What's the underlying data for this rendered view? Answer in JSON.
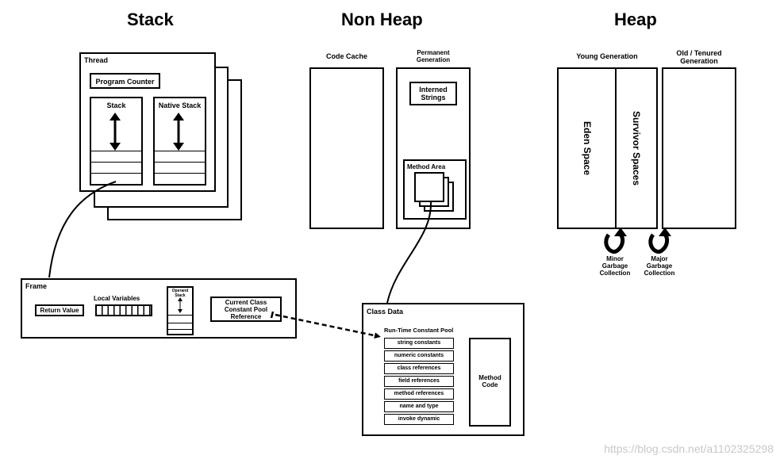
{
  "headings": {
    "stack": "Stack",
    "non_heap": "Non Heap",
    "heap": "Heap"
  },
  "thread": {
    "label": "Thread",
    "program_counter": "Program Counter",
    "stack": "Stack",
    "native_stack": "Native Stack"
  },
  "non_heap": {
    "code_cache": "Code Cache",
    "permanent_generation": "Permanent\nGeneration",
    "interned_strings": "Interned\nStrings",
    "method_area": "Method Area"
  },
  "heap": {
    "young_generation": "Young Generation",
    "old_generation": "Old / Tenured\nGeneration",
    "eden_space": "Eden Space",
    "survivor_spaces": "Survivor Spaces",
    "minor_gc": "Minor\nGarbage\nCollection",
    "major_gc": "Major\nGarbage\nCollection"
  },
  "frame": {
    "label": "Frame",
    "return_value": "Return Value",
    "local_variables": "Local Variables",
    "operand_stack": "Operand\nStack",
    "constant_pool_ref": "Current Class\nConstant Pool\nReference"
  },
  "class_data": {
    "label": "Class Data",
    "runtime_constant_pool": "Run-Time Constant Pool",
    "pool_items": [
      "string constants",
      "numeric constants",
      "class references",
      "field references",
      "method references",
      "name and type",
      "invoke dynamic"
    ],
    "method_code": "Method\nCode"
  },
  "watermark": "https://blog.csdn.net/a1102325298"
}
